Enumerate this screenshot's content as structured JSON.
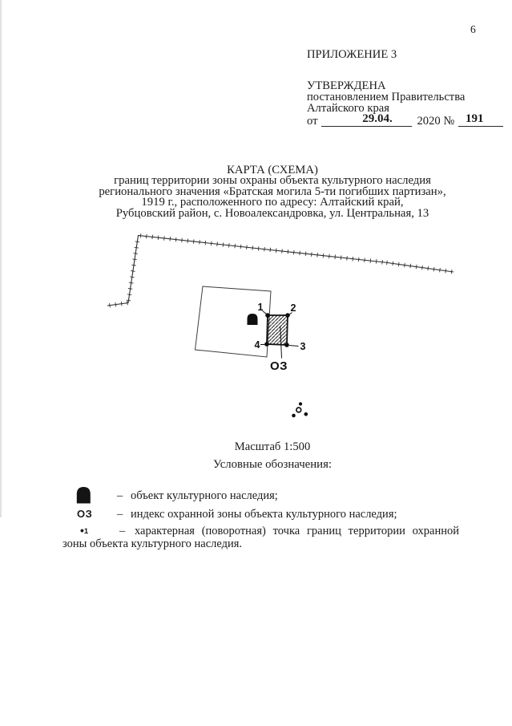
{
  "page_number": "6",
  "colors": {
    "ink": "#1b1b1b",
    "paper": "#ffffff"
  },
  "header": {
    "appendix": "ПРИЛОЖЕНИЕ 3",
    "approved": "УТВЕРЖДЕНА",
    "approved_by": "постановлением Правительства",
    "region": "Алтайского края",
    "from_label": "от",
    "date_value": "29.04.",
    "middle": "2020 №",
    "number_value": "191"
  },
  "title": {
    "lines": [
      "КАРТА (СХЕМА)",
      "границ территории зоны охраны объекта культурного наследия",
      "регионального значения «Братская могила 5-ти погибших партизан»,",
      "1919 г., расположенного по адресу: Алтайский край,",
      "Рубцовский район, с. Новоалександровка, ул. Центральная, 13"
    ]
  },
  "map": {
    "point_labels": {
      "p1": "1",
      "p2": "2",
      "p3": "3",
      "p4": "4"
    },
    "zone_label": "ОЗ"
  },
  "scale_label": "Масштаб 1:500",
  "legend": {
    "heading": "Условные обозначения:",
    "dash": "–",
    "items": [
      {
        "symbol": "monument-icon",
        "text": "объект культурного наследия;"
      },
      {
        "symbol": "ОЗ",
        "text": "индекс охранной зоны объекта культурного наследия;"
      },
      {
        "symbol_dot": "•",
        "symbol_num": "1",
        "text_line1": "характерная (поворотная) точка границ территории охранной",
        "text_line2": "зоны объекта культурного наследия."
      }
    ]
  }
}
